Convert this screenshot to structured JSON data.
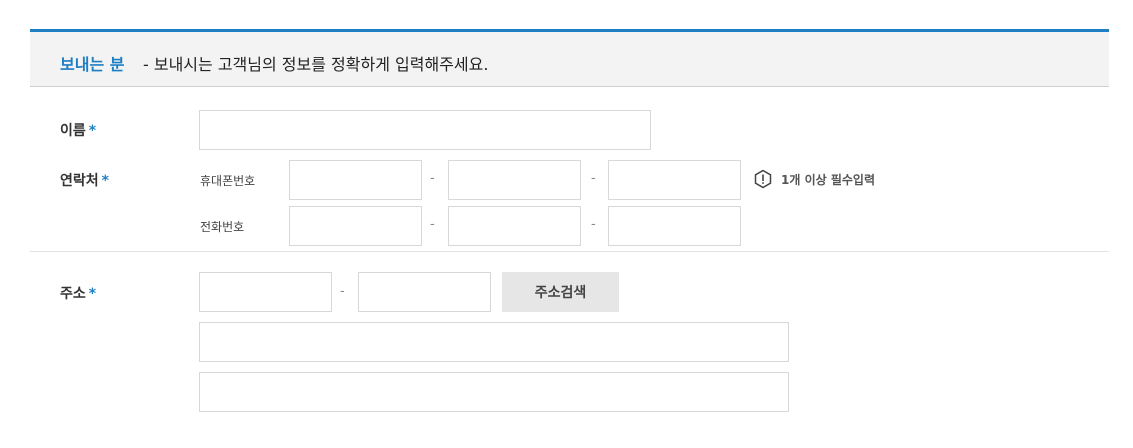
{
  "header": {
    "title": "보내는 분",
    "description": "- 보내시는 고객님의 정보를 정확하게 입력해주세요."
  },
  "name_row": {
    "label": "이름",
    "required_mark": "*",
    "value": ""
  },
  "contact_row": {
    "label": "연락처",
    "required_mark": "*",
    "mobile_label": "휴대폰번호",
    "phone_label": "전화번호",
    "separator": "-",
    "notice_text": "1개 이상 필수입력",
    "notice_icon": "exclamation-hexagon-icon"
  },
  "address_row": {
    "label": "주소",
    "required_mark": "*",
    "separator": "-",
    "search_button_label": "주소검색"
  },
  "colors": {
    "accent": "#1f7fc4",
    "header_bg": "#f3f3f3",
    "button_bg": "#e6e6e6",
    "border": "#d8d8d8"
  }
}
